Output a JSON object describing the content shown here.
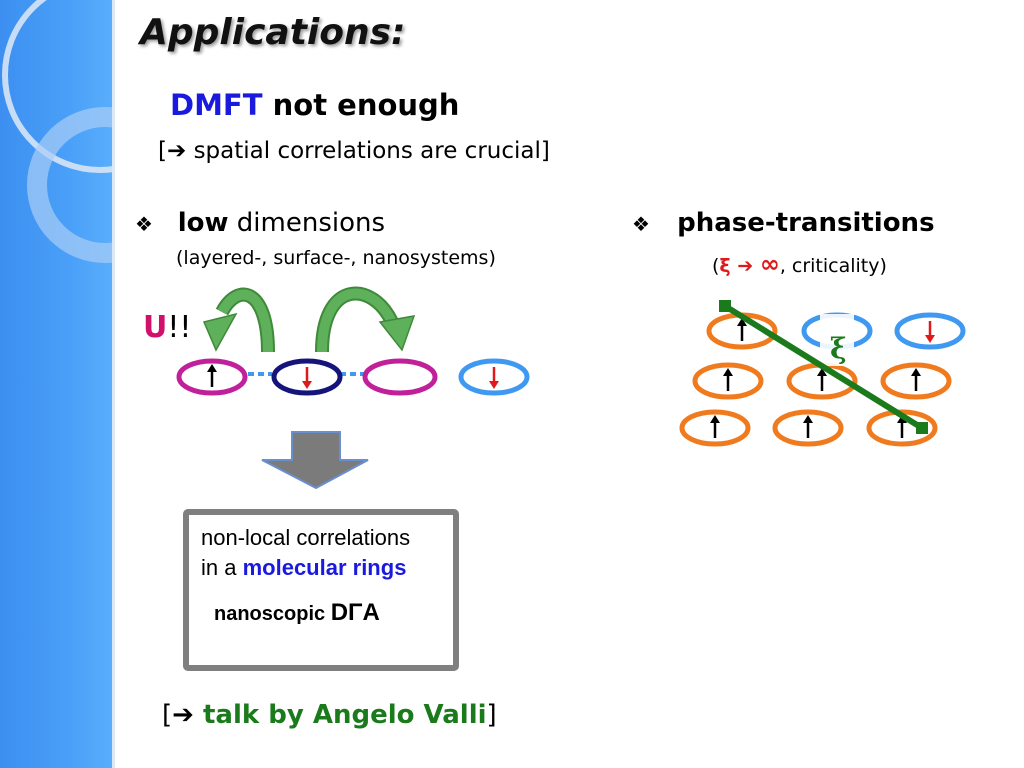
{
  "title": "Applications:",
  "dmft": {
    "highlight": "DMFT",
    "rest": "not enough"
  },
  "spatial": {
    "open": "[",
    "arrow": "➔",
    "text": " spatial correlations are crucial",
    "close": "]"
  },
  "left_bullet": {
    "symbol": "❖",
    "bold": "low",
    "rest": " dimensions",
    "sub": "(layered-, surface-, nanosystems)"
  },
  "right_bullet": {
    "symbol": "❖",
    "bold": "phase-transitions",
    "sub": {
      "open": "(",
      "xi": "ξ",
      "arrow": " ➔ ",
      "inf": "∞",
      "rest": ", criticality)"
    }
  },
  "u_label": {
    "u": "U",
    "bang": "!!"
  },
  "box": {
    "line1": "non-local correlations",
    "line2_prefix": "in a ",
    "line2_highlight": "molecular rings",
    "line3_prefix": "nanoscopic ",
    "line3_greek": "DΓA"
  },
  "talk": {
    "open": "[",
    "arrow": "➔",
    "text": " talk by Angelo Valli",
    "close": "]"
  },
  "lattice_xi_label": "ξ",
  "spin_up": "↑",
  "spin_down": "↓",
  "colors": {
    "blue": "#1a1adf",
    "red": "#e01a1a",
    "green": "#1b7a1b",
    "magenta": "#c0209a",
    "navy": "#14147a",
    "lightblue": "#3f99f0",
    "orange": "#f07a1e",
    "hopgreen": "#4f9a4a"
  }
}
